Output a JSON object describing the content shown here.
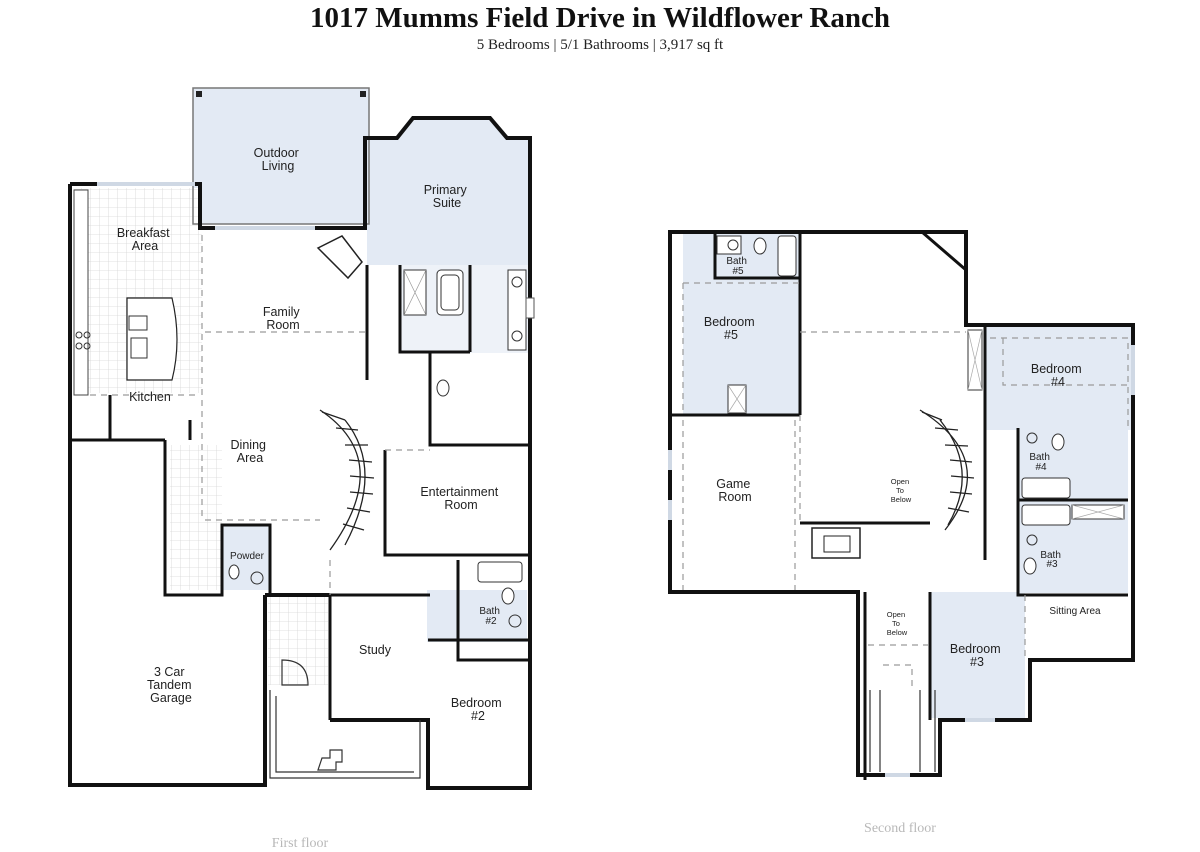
{
  "header": {
    "title": "1017 Mumms Field Drive in Wildflower Ranch",
    "subtitle": "5 Bedrooms | 5/1 Bathrooms | 3,917 sq ft"
  },
  "first_floor": {
    "caption": "First floor",
    "rooms": {
      "outdoor_living": [
        "Outdoor",
        "Living"
      ],
      "primary_suite": [
        "Primary",
        "Suite"
      ],
      "breakfast_area": [
        "Breakfast",
        "Area"
      ],
      "family_room": [
        "Family",
        "Room"
      ],
      "kitchen": [
        "Kitchen"
      ],
      "dining_area": [
        "Dining",
        "Area"
      ],
      "entertainment_room": [
        "Entertainment",
        "Room"
      ],
      "powder": [
        "Powder"
      ],
      "bath_2": [
        "Bath",
        "#2"
      ],
      "study": [
        "Study"
      ],
      "garage": [
        "3 Car",
        "Tandem",
        "Garage"
      ],
      "bedroom_2": [
        "Bedroom",
        "#2"
      ]
    }
  },
  "second_floor": {
    "caption": "Second floor",
    "rooms": {
      "bath_5": [
        "Bath",
        "#5"
      ],
      "bedroom_5": [
        "Bedroom",
        "#5"
      ],
      "game_room": [
        "Game",
        "Room"
      ],
      "open_to_below_main": [
        "Open",
        "To",
        "Below"
      ],
      "bedroom_4": [
        "Bedroom",
        "#4"
      ],
      "bath_4": [
        "Bath",
        "#4"
      ],
      "bath_3": [
        "Bath",
        "#3"
      ],
      "sitting_area": [
        "Sitting Area"
      ],
      "open_to_below_entry": [
        "Open",
        "To",
        "Below"
      ],
      "bedroom_3": [
        "Bedroom",
        "#3"
      ]
    }
  },
  "colors": {
    "wall": "#111111",
    "room_fill": "#e3eaf4",
    "floor_fill": "#ffffff",
    "dashed_line": "#9a9a9a",
    "tile_grid": "#d6d6d6",
    "caption": "#b8b8b8"
  }
}
